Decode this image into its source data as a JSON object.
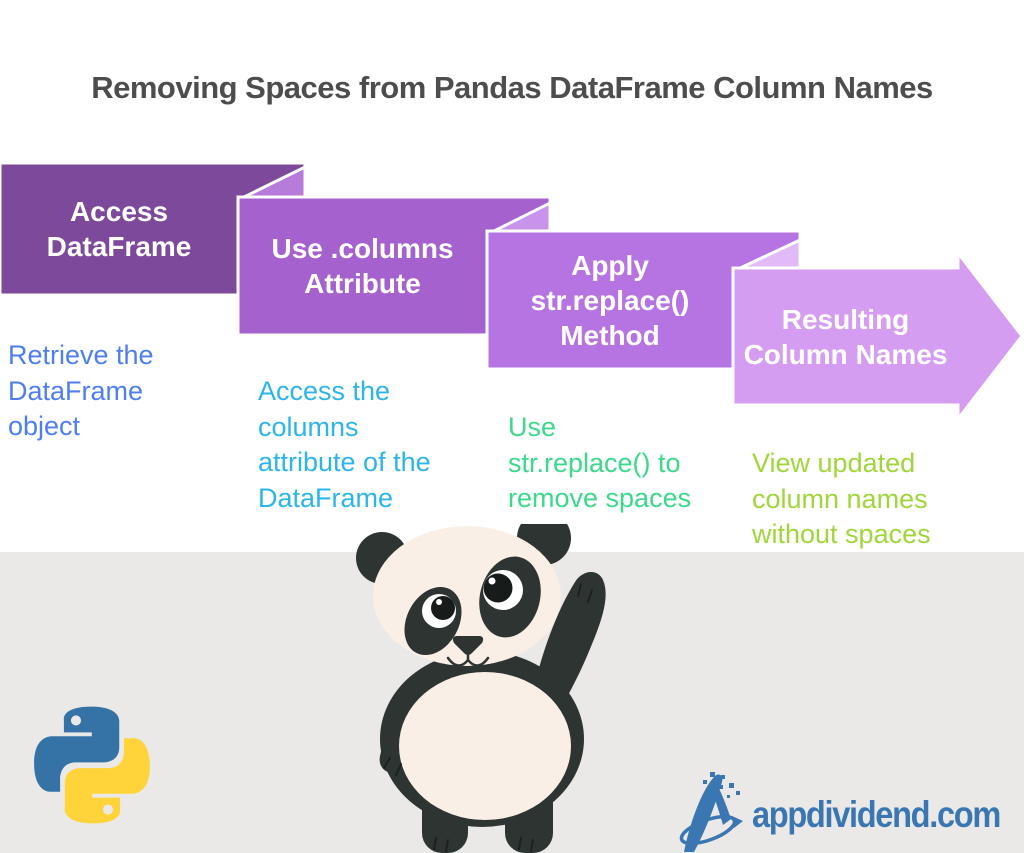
{
  "title": {
    "text": "Removing Spaces from Pandas DataFrame Column Names",
    "color": "#4d4d4d"
  },
  "steps": [
    {
      "label": "Access DataFrame",
      "label_lines": [
        "Access",
        "DataFrame"
      ],
      "description": "Retrieve the DataFrame object",
      "description_lines": [
        "Retrieve the",
        "DataFrame",
        "object"
      ],
      "box_color": "#7d4a9b",
      "desc_color": "#4d7ef2"
    },
    {
      "label": "Use .columns Attribute",
      "label_lines": [
        "Use .columns",
        "Attribute"
      ],
      "description": "Access the columns attribute of the DataFrame",
      "description_lines": [
        "Access the",
        "columns",
        "attribute of the",
        "DataFrame"
      ],
      "box_color": "#a561cd",
      "fold_color": "#b77bdb",
      "desc_color": "#2cb5ea"
    },
    {
      "label": "Apply str.replace() Method",
      "label_lines": [
        "Apply",
        "str.replace()",
        "Method"
      ],
      "description": "Use str.replace() to remove spaces",
      "description_lines": [
        "Use",
        "str.replace() to",
        "remove spaces"
      ],
      "box_color": "#b674e2",
      "fold_color": "#c993ec",
      "desc_color": "#3bd98a"
    },
    {
      "label": "Resulting Column Names",
      "label_lines": [
        "Resulting",
        "Column Names"
      ],
      "description": "View updated column names without spaces",
      "description_lines": [
        "View updated",
        "column names",
        "without spaces"
      ],
      "box_color": "#d49df2",
      "fold_color": "#e2baf8",
      "desc_color": "#a0d63a"
    }
  ],
  "footer": {
    "website": "appdividend.com",
    "brand_color": "#3a77b2",
    "band_color": "#eae9e7"
  },
  "mascots": {
    "python_logo_blue": "#3572a5",
    "python_logo_yellow": "#ffd43b",
    "panda_dark": "#2e3432",
    "panda_cream": "#f9efe6",
    "ribbon_outline": "#ffffff"
  }
}
